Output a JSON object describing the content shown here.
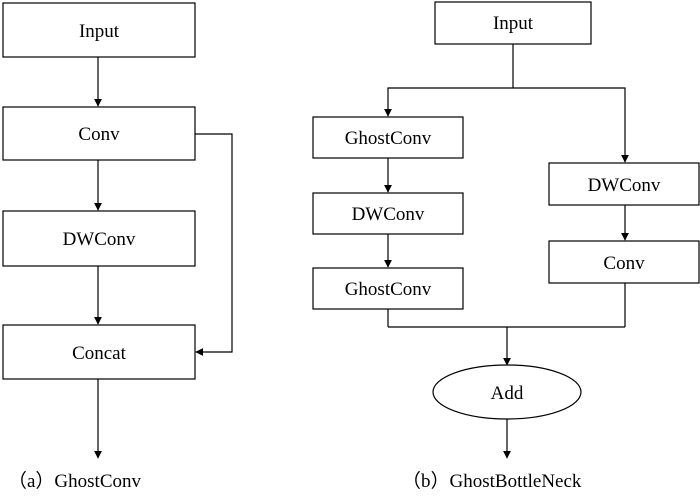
{
  "panel_a": {
    "nodes": {
      "input": "Input",
      "conv": "Conv",
      "dwconv": "DWConv",
      "concat": "Concat"
    },
    "caption": "（a）GhostConv"
  },
  "panel_b": {
    "nodes": {
      "input": "Input",
      "ghostconv_1": "GhostConv",
      "dwconv_left": "DWConv",
      "ghostconv_2": "GhostConv",
      "dwconv_right": "DWConv",
      "conv": "Conv",
      "add": "Add"
    },
    "caption": "（b）GhostBottleNeck"
  }
}
